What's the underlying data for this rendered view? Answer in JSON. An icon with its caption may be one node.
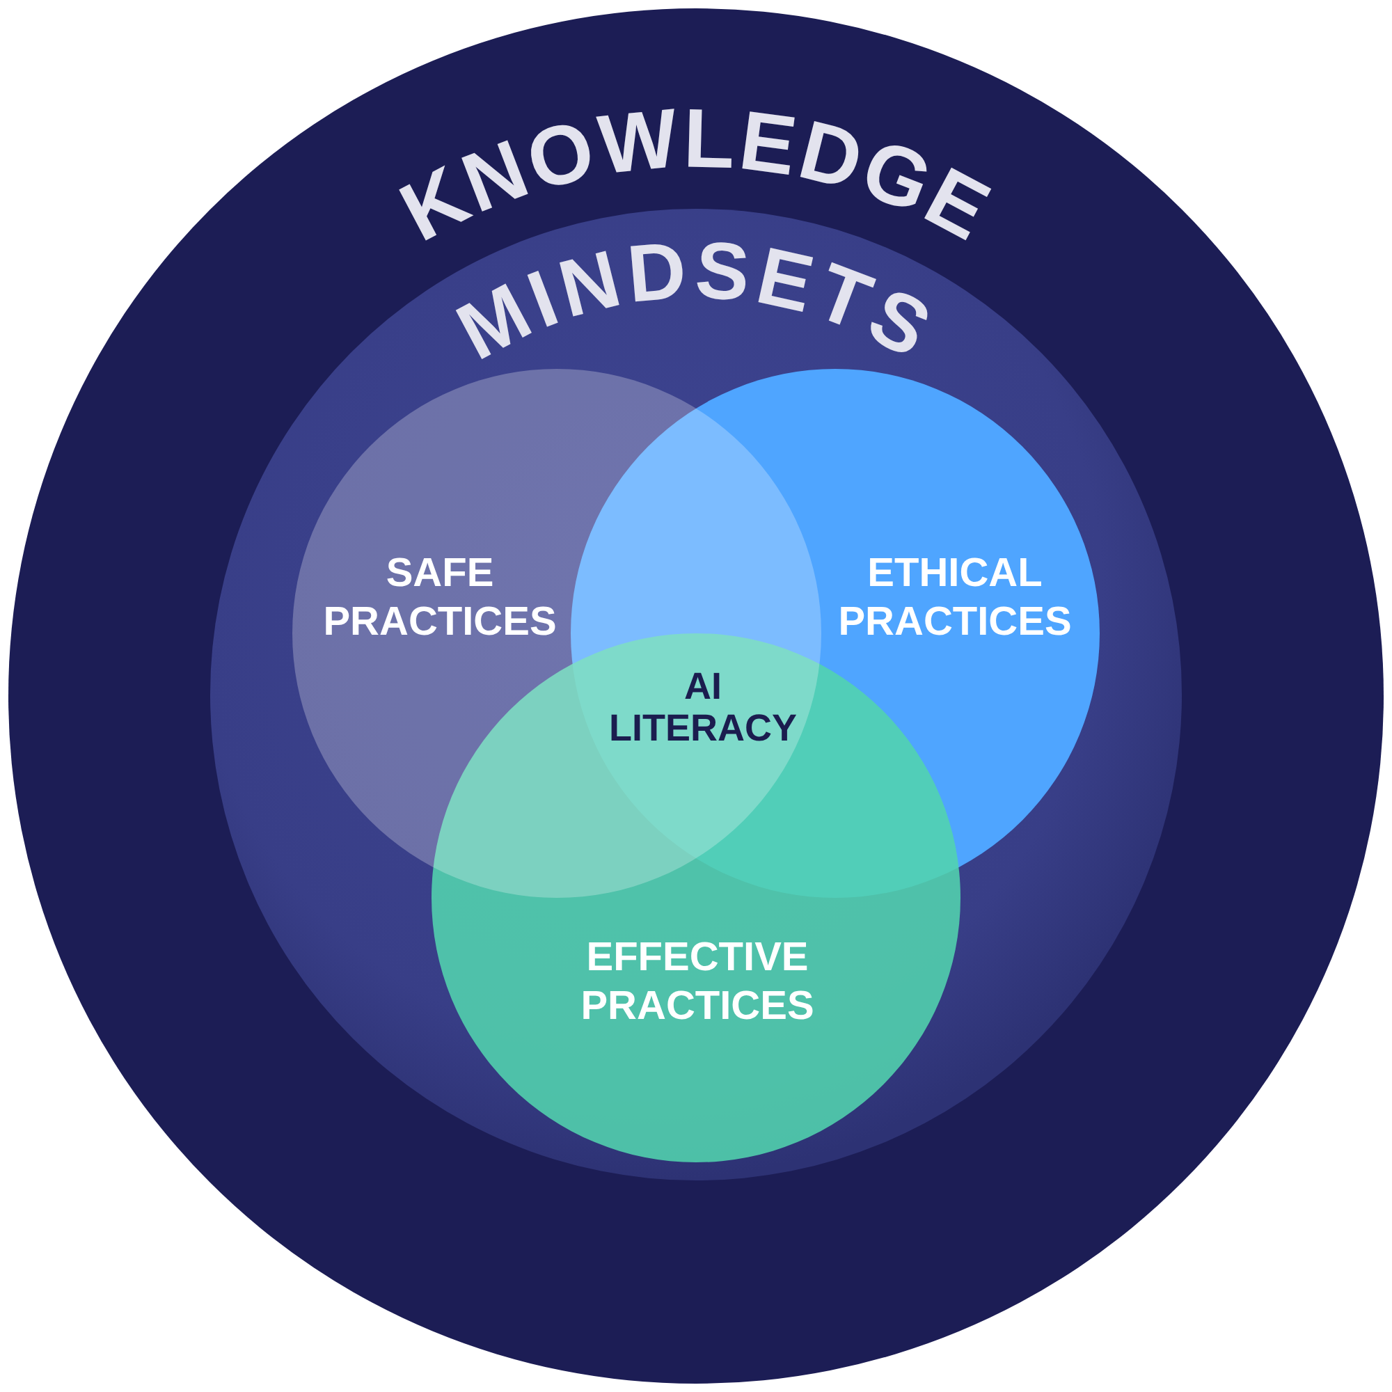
{
  "diagram": {
    "nodes": [
      {
        "text": [
          "KNOWLEDGE"
        ]
      },
      {
        "text": [
          "MINDSETS"
        ],
        "in": 0
      },
      {
        "text": [
          "SAFE PRACTICES"
        ],
        "in": 1
      },
      {
        "text": [
          "ETHICAL PRACTICES"
        ],
        "in": 1
      },
      {
        "text": [
          "EFFECTIVE PRACTICES"
        ],
        "in": 1
      }
    ],
    "edges": [],
    "labels": [
      "AI LITERACY"
    ]
  }
}
